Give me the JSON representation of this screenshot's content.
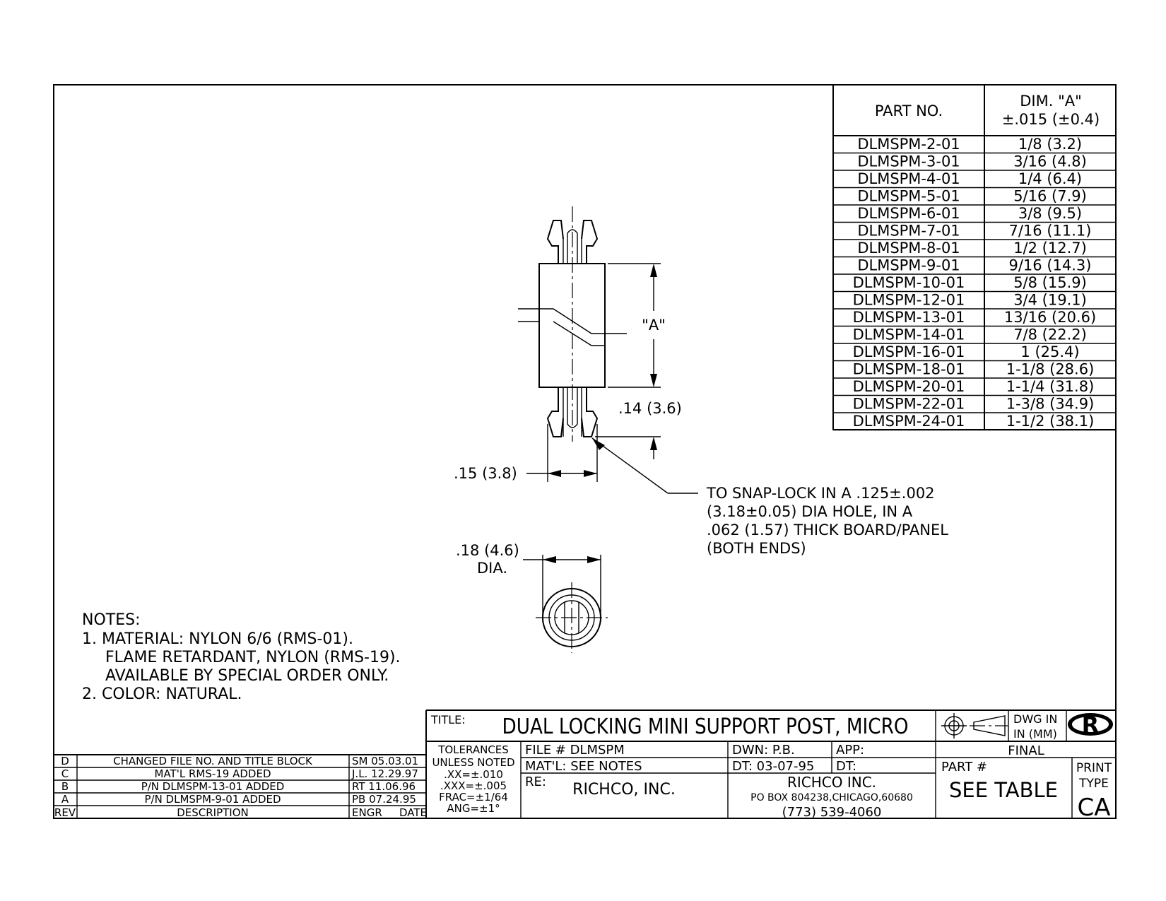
{
  "table": {
    "header_part": "PART NO.",
    "header_dim_line1": "DIM. \"A\"",
    "header_dim_line2": "±.015 (±0.4)",
    "rows": [
      {
        "part": "DLMSPM-2-01",
        "dim": "1/8 (3.2)"
      },
      {
        "part": "DLMSPM-3-01",
        "dim": "3/16 (4.8)"
      },
      {
        "part": "DLMSPM-4-01",
        "dim": "1/4 (6.4)"
      },
      {
        "part": "DLMSPM-5-01",
        "dim": "5/16 (7.9)"
      },
      {
        "part": "DLMSPM-6-01",
        "dim": "3/8 (9.5)"
      },
      {
        "part": "DLMSPM-7-01",
        "dim": "7/16 (11.1)"
      },
      {
        "part": "DLMSPM-8-01",
        "dim": "1/2 (12.7)"
      },
      {
        "part": "DLMSPM-9-01",
        "dim": "9/16 (14.3)"
      },
      {
        "part": "DLMSPM-10-01",
        "dim": "5/8 (15.9)"
      },
      {
        "part": "DLMSPM-12-01",
        "dim": "3/4 (19.1)"
      },
      {
        "part": "DLMSPM-13-01",
        "dim": "13/16 (20.6)"
      },
      {
        "part": "DLMSPM-14-01",
        "dim": "7/8 (22.2)"
      },
      {
        "part": "DLMSPM-16-01",
        "dim": "1 (25.4)"
      },
      {
        "part": "DLMSPM-18-01",
        "dim": "1-1/8 (28.6)"
      },
      {
        "part": "DLMSPM-20-01",
        "dim": "1-1/4 (31.8)"
      },
      {
        "part": "DLMSPM-22-01",
        "dim": "1-3/8 (34.9)"
      },
      {
        "part": "DLMSPM-24-01",
        "dim": "1-1/2 (38.1)"
      }
    ]
  },
  "drawing": {
    "dim_a_label": "\"A\"",
    "dim_height": ".14 (3.6)",
    "dim_width": ".15 (3.8)",
    "dim_dia_line1": ".18 (4.6)",
    "dim_dia_line2": "DIA.",
    "callout": [
      "TO SNAP-LOCK IN A .125±.002",
      "(3.18±0.05) DIA HOLE, IN A",
      ".062 (1.57) THICK BOARD/PANEL",
      "(BOTH ENDS)"
    ]
  },
  "notes": {
    "heading": "NOTES:",
    "lines": [
      "1. MATERIAL: NYLON 6/6 (RMS-01).",
      "FLAME RETARDANT, NYLON (RMS-19).",
      "AVAILABLE BY SPECIAL ORDER ONLY.",
      "2. COLOR: NATURAL."
    ]
  },
  "revisions": {
    "rows": [
      {
        "rev": "D",
        "description": "CHANGED FILE NO. AND TITLE BLOCK",
        "engr_date": "SM 05.03.01"
      },
      {
        "rev": "C",
        "description": "MAT'L RMS-19 ADDED",
        "engr_date": "J.L. 12.29.97"
      },
      {
        "rev": "B",
        "description": "P/N DLMSPM-13-01 ADDED",
        "engr_date": "RT 11.06.96"
      },
      {
        "rev": "A",
        "description": "P/N DLMSPM-9-01 ADDED",
        "engr_date": "PB 07.24.95"
      }
    ],
    "header_rev": "REV",
    "header_description": "DESCRIPTION",
    "header_engr": "ENGR",
    "header_date": "DATE"
  },
  "title_block": {
    "title_label": "TITLE:",
    "title": "DUAL LOCKING MINI SUPPORT POST, MICRO",
    "dwg_units_line1": "DWG IN",
    "dwg_units_line2": "IN (MM)",
    "tolerances": [
      "TOLERANCES",
      "UNLESS NOTED",
      ".XX=±.010",
      ".XXX=±.005",
      "FRAC=±1/64",
      "ANG=±1°"
    ],
    "file": "FILE # DLMSPM",
    "matl": "MAT'L: SEE NOTES",
    "re_label": "RE:",
    "re_value": "RICHCO, INC.",
    "dwn": "DWN: P.B.",
    "app": "APP:",
    "dt": "DT: 03-07-95",
    "dt2": "DT:",
    "company": "RICHCO INC.",
    "address": "PO BOX 804238,CHICAGO,60680",
    "phone": "(773) 539-4060",
    "status": "FINAL",
    "part_label": "PART #",
    "part_value": "SEE TABLE",
    "print_type_line1": "PRINT",
    "print_type_line2": "TYPE",
    "print_type_value": "CA",
    "logo_text": "R"
  }
}
